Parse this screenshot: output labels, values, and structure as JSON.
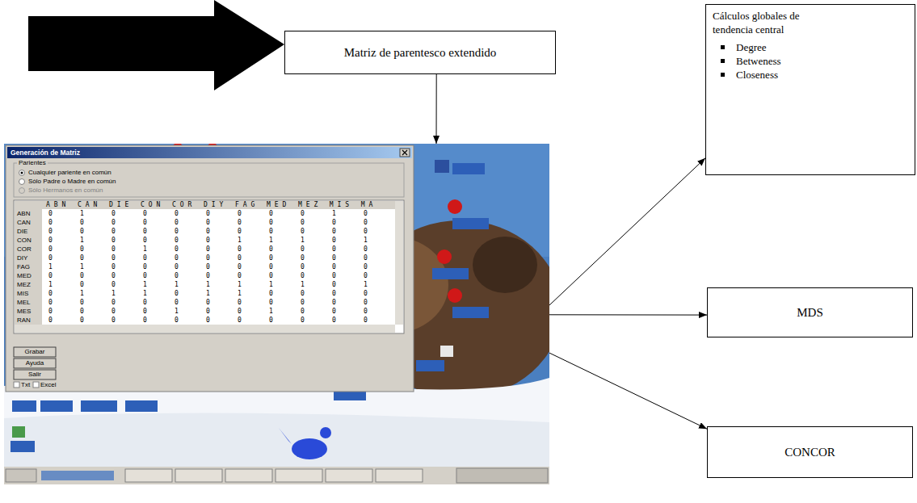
{
  "diagram": {
    "nodes": [
      {
        "text": [
          "Matriz de parentesco extendido"
        ]
      },
      {
        "text": [
          "Generación de Matriz"
        ]
      },
      {
        "text": [
          "Cálculos globales de tendencia central",
          "Degree",
          "Betweness",
          "Closeness"
        ]
      },
      {
        "text": [
          "MDS"
        ]
      },
      {
        "text": [
          "CONCOR"
        ]
      }
    ],
    "edges": [
      {
        "from": 0,
        "to": 1,
        "arrow": "to"
      },
      {
        "from": 1,
        "to": 2,
        "arrow": "to"
      },
      {
        "from": 1,
        "to": 3,
        "arrow": "to"
      },
      {
        "from": 1,
        "to": 4,
        "arrow": "to"
      }
    ],
    "labels": [
      "Parientes",
      "Cualquier pariente en común",
      "Sólo Padre o Madre en común",
      "Sólo Hermanos en común",
      "ABN CAN DIE CON COR DIY FAG MED MEZ MIS MA",
      "ABN",
      "CAN",
      "DIE",
      "CON",
      "COR",
      "DIY",
      "FAG",
      "MED",
      "MEZ",
      "MIS",
      "MEL",
      "MES",
      "RAN",
      "0 1 0 0 0 0 0 0 0 1 0",
      "0 0 0 0 0 0 0 0 0 0 0",
      "0 0 0 0 0 0 0 0 0 0 0",
      "0 1 0 0 0 0 1 1 1 0 1",
      "0 0 0 1 0 0 0 0 0 0 0",
      "0 0 0 0 0 0 0 0 0 0 0",
      "1 1 0 0 0 0 0 0 0 0 0",
      "0 0 0 0 0 0 0 0 0 0 0",
      "1 0 0 1 1 1 1 1 1 0 1",
      "0 1 1 1 0 1 1 0 0 0 0",
      "0 0 0 0 0 0 0 0 0 0 0",
      "0 0 0 0 1 0 0 1 0 0 0",
      "0 0 0 0 0 0 0 0 0 0 0",
      "Grabar",
      "Ayuda",
      "Salir",
      "Txt",
      "Excel"
    ]
  }
}
